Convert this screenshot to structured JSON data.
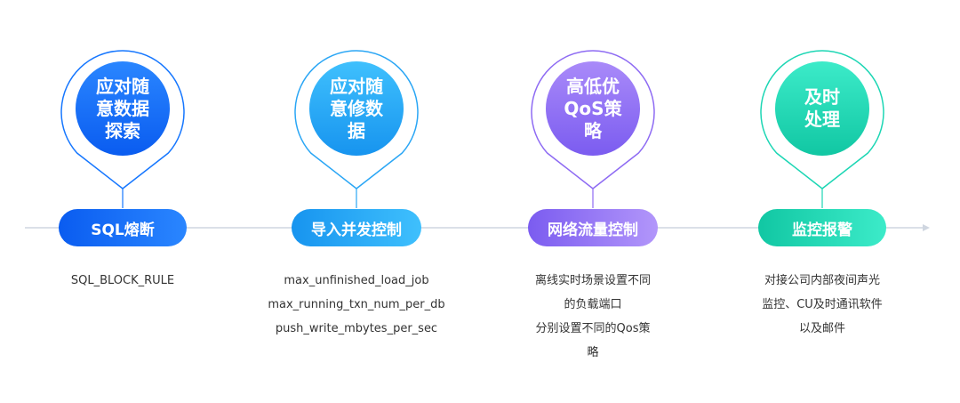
{
  "stages": [
    {
      "circle_lines": [
        "应对随",
        "意数据",
        "探索"
      ],
      "pill": "SQL熔断",
      "desc_lines": [
        "SQL_BLOCK_RULE"
      ],
      "color": "#1677ff"
    },
    {
      "circle_lines": [
        "应对随",
        "意修数",
        "据"
      ],
      "pill": "导入并发控制",
      "desc_lines": [
        "max_unfinished_load_job",
        "max_running_txn_num_per_db",
        "push_write_mbytes_per_sec"
      ],
      "color": "#2aa6f5"
    },
    {
      "circle_lines": [
        "高低优",
        "QoS策",
        "略"
      ],
      "pill": "网络流量控制",
      "desc_lines": [
        "离线实时场景设置不同",
        "的负载端口",
        "分别设置不同的Qos策",
        "略"
      ],
      "color": "#8e6bf3"
    },
    {
      "circle_lines": [
        "及时",
        "处理"
      ],
      "pill": "监控报警",
      "desc_lines": [
        "对接公司内部夜间声光",
        "监控、CU及时通讯软件",
        "以及邮件"
      ],
      "color": "#1cd6b4"
    }
  ],
  "colors": {
    "timeline": "#cfd6e0",
    "desc_text": "#333333",
    "c1a": "#1677ff",
    "c1b": "#0a5cf0",
    "c2a": "#36b6fb",
    "c2b": "#1794ef",
    "c3a": "#9b7bf7",
    "c3b": "#7b5cf0",
    "c4a": "#2ee6c3",
    "c4b": "#11c7a3"
  }
}
